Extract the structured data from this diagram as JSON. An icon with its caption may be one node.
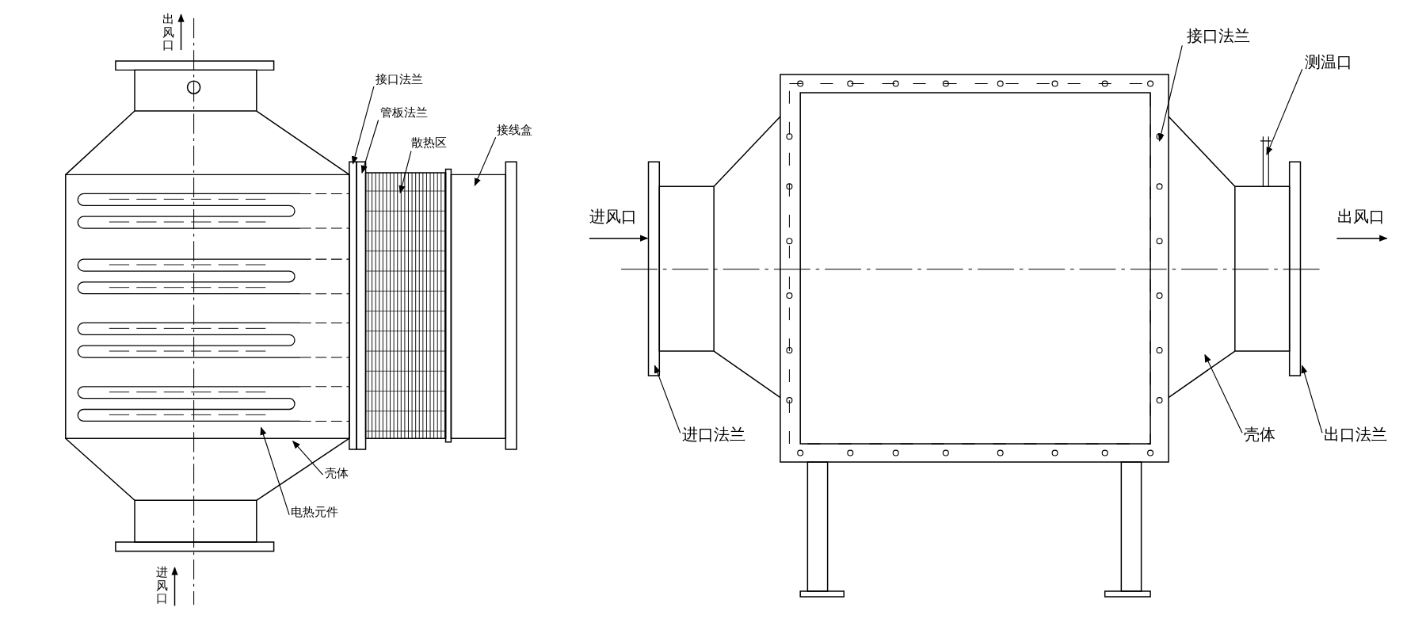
{
  "diagram": {
    "nodes": [
      {
        "text": [
          "接口法兰"
        ]
      },
      {
        "text": [
          "管板法兰"
        ]
      },
      {
        "text": [
          "散热区"
        ]
      },
      {
        "text": [
          "接线盒"
        ]
      },
      {
        "text": [
          "壳体"
        ]
      },
      {
        "text": [
          "电热元件"
        ]
      },
      {
        "text": [
          "接口法兰"
        ]
      },
      {
        "text": [
          "测温口"
        ]
      },
      {
        "text": [
          "进口法兰"
        ]
      },
      {
        "text": [
          "壳体"
        ]
      },
      {
        "text": [
          "出口法兰"
        ]
      },
      {
        "text": [],
        "shape": "box"
      }
    ],
    "edges": [
      {
        "from": 0,
        "to": null,
        "arrow": "to"
      },
      {
        "from": 1,
        "to": null,
        "arrow": "to"
      },
      {
        "from": 2,
        "to": null,
        "arrow": "to"
      },
      {
        "from": 3,
        "to": 11,
        "arrow": "to"
      },
      {
        "from": 4,
        "to": null,
        "arrow": "to"
      },
      {
        "from": 5,
        "to": null,
        "arrow": "to"
      },
      {
        "from": 6,
        "to": null,
        "arrow": "to"
      },
      {
        "from": 7,
        "to": null,
        "arrow": "to"
      },
      {
        "from": 8,
        "to": null,
        "arrow": "to"
      },
      {
        "from": 9,
        "to": null,
        "arrow": "to"
      },
      {
        "from": 10,
        "to": null,
        "arrow": "to"
      }
    ],
    "labels": [
      "出风口",
      "进风口",
      "进风口",
      "出风口"
    ]
  }
}
